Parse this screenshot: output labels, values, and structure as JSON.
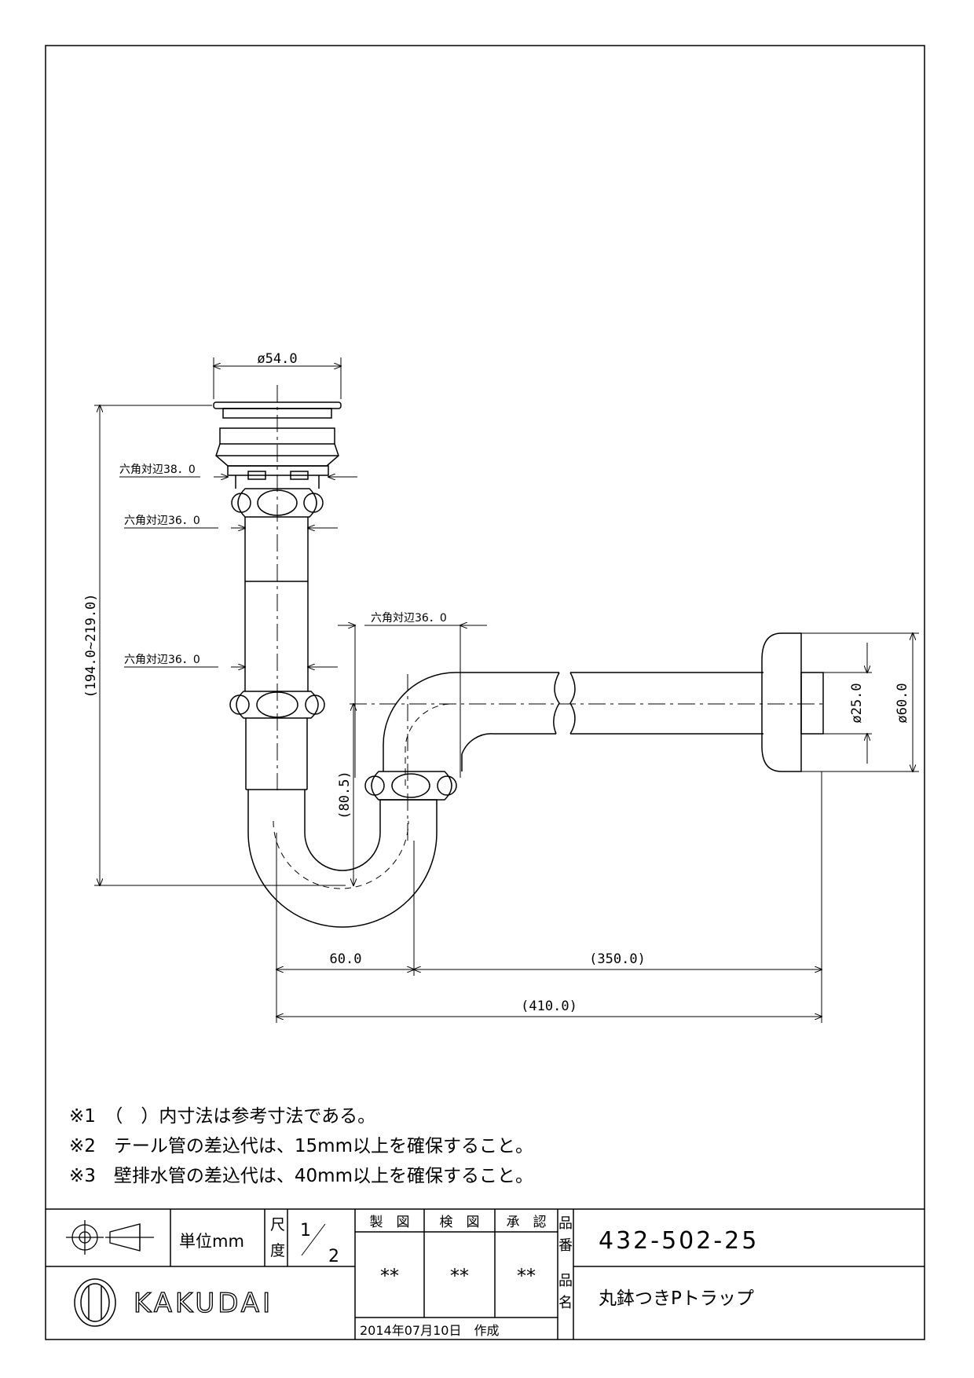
{
  "drawing": {
    "dims": {
      "flange_dia": "ø54.0",
      "hex_top": "六角対辺38．0",
      "hex_2": "六角対辺36．0",
      "hex_3": "六角対辺36．0",
      "hex_4": "六角対辺36．0",
      "total_height": "(194.0~219.0)",
      "trap_depth": "(80.5)",
      "pipe_dia": "ø25.0",
      "plate_dia": "ø60.0",
      "offset": "60.0",
      "wall_pipe_len": "(350.0)",
      "total_len": "(410.0)"
    }
  },
  "notes": [
    "※1　（　）内寸法は参考寸法である。",
    "※2　テール管の差込代は、15mm以上を確保すること。",
    "※3　壁排水管の差込代は、40mm以上を確保すること。"
  ],
  "title_block": {
    "unit": "単位mm",
    "scale_label_1": "尺",
    "scale_label_2": "度",
    "scale_num": "1",
    "scale_den": "2",
    "drawn": "製　図",
    "checked": "検　図",
    "approved": "承　認",
    "drawn_val": "**",
    "checked_val": "**",
    "approved_val": "**",
    "part_no_label_1": "品",
    "part_no_label_2": "番",
    "part_no": "432-502-25",
    "name_label_1": "品",
    "name_label_2": "名",
    "name": "丸鉢つきPトラップ",
    "company": "KAKUDAI",
    "date": "2014年07月10日　作成"
  }
}
